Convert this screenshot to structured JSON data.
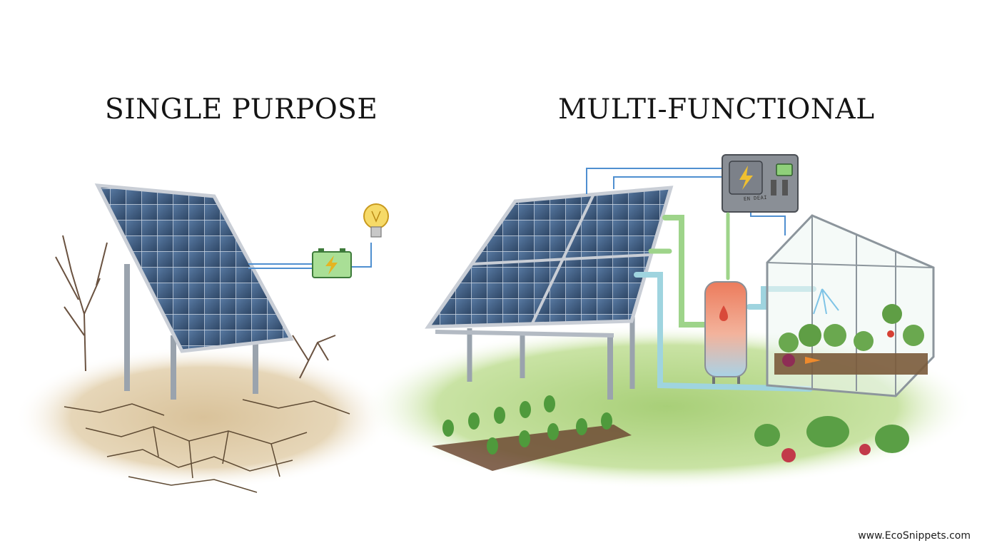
{
  "headings": {
    "left": "SINGLE PURPOSE",
    "right": "MULTI-FUNCTIONAL"
  },
  "control_box_label": "EN DEAI",
  "watermark": "www.EcoSnippets.com",
  "colors": {
    "panel": "#3e5a7e",
    "dry_soil": "#dcc7a2",
    "grass": "#8fbf62",
    "pipe_green": "#9ed48a",
    "pipe_blue": "#9fd4df",
    "wire_blue": "#4f8fd0",
    "battery": "#9fdc8a",
    "bulb": "#f5d45a",
    "tank_top": "#f08a6a",
    "tank_bottom": "#a8cfe4"
  },
  "icons": {
    "lightning": "lightning-bolt-icon",
    "bulb": "light-bulb-icon",
    "water_drop": "water-drop-icon"
  }
}
